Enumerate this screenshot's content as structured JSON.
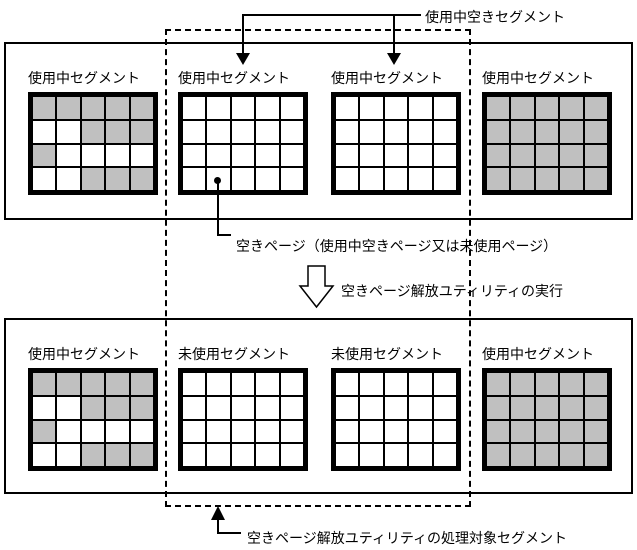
{
  "colors": {
    "used_page": "#c0c0c0",
    "free_page": "#ffffff",
    "line": "#000000",
    "background": "#ffffff"
  },
  "callouts": {
    "in_use_free_segment": "使用中空きセグメント",
    "free_page": "空きページ（使用中空きページ又は未使用ページ）",
    "utility_run": "空きページ解放ユティリティの実行",
    "utility_target": "空きページ解放ユティリティの処理対象セグメント"
  },
  "grid_shape": {
    "rows": 4,
    "cols": 5
  },
  "top_row": {
    "segments": [
      {
        "label": "使用中セグメント",
        "pattern": [
          [
            1,
            1,
            1,
            1,
            1
          ],
          [
            0,
            0,
            1,
            1,
            1
          ],
          [
            1,
            0,
            0,
            0,
            0
          ],
          [
            0,
            0,
            1,
            1,
            1
          ]
        ]
      },
      {
        "label": "使用中セグメント",
        "pattern": [
          [
            0,
            0,
            0,
            0,
            0
          ],
          [
            0,
            0,
            0,
            0,
            0
          ],
          [
            0,
            0,
            0,
            0,
            0
          ],
          [
            0,
            0,
            0,
            0,
            0
          ]
        ],
        "marker_dot": {
          "row": 4,
          "col": 2
        }
      },
      {
        "label": "使用中セグメント",
        "pattern": [
          [
            0,
            0,
            0,
            0,
            0
          ],
          [
            0,
            0,
            0,
            0,
            0
          ],
          [
            0,
            0,
            0,
            0,
            0
          ],
          [
            0,
            0,
            0,
            0,
            0
          ]
        ]
      },
      {
        "label": "使用中セグメント",
        "pattern": [
          [
            1,
            1,
            1,
            1,
            1
          ],
          [
            1,
            1,
            1,
            1,
            1
          ],
          [
            1,
            1,
            1,
            1,
            1
          ],
          [
            1,
            1,
            1,
            1,
            1
          ]
        ]
      }
    ]
  },
  "bottom_row": {
    "segments": [
      {
        "label": "使用中セグメント",
        "pattern": [
          [
            1,
            1,
            1,
            1,
            1
          ],
          [
            0,
            0,
            1,
            1,
            1
          ],
          [
            1,
            0,
            0,
            0,
            0
          ],
          [
            0,
            0,
            1,
            1,
            1
          ]
        ]
      },
      {
        "label": "未使用セグメント",
        "pattern": [
          [
            0,
            0,
            0,
            0,
            0
          ],
          [
            0,
            0,
            0,
            0,
            0
          ],
          [
            0,
            0,
            0,
            0,
            0
          ],
          [
            0,
            0,
            0,
            0,
            0
          ]
        ]
      },
      {
        "label": "未使用セグメント",
        "pattern": [
          [
            0,
            0,
            0,
            0,
            0
          ],
          [
            0,
            0,
            0,
            0,
            0
          ],
          [
            0,
            0,
            0,
            0,
            0
          ],
          [
            0,
            0,
            0,
            0,
            0
          ]
        ]
      },
      {
        "label": "使用中セグメント",
        "pattern": [
          [
            1,
            1,
            1,
            1,
            1
          ],
          [
            1,
            1,
            1,
            1,
            1
          ],
          [
            1,
            1,
            1,
            1,
            1
          ],
          [
            1,
            1,
            1,
            1,
            1
          ]
        ]
      }
    ]
  }
}
